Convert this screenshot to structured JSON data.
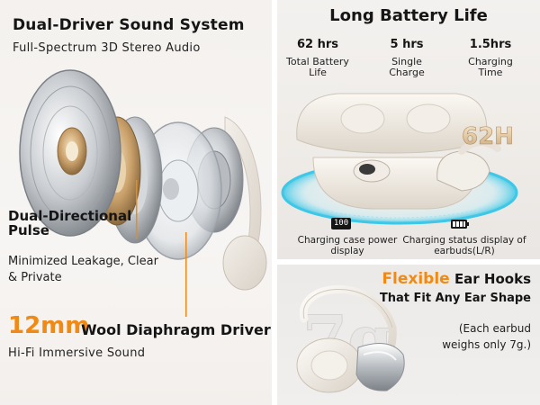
{
  "left_panel": {
    "title": "Dual-Driver Sound System",
    "subtitle": "Full-Spectrum 3D Stereo Audio",
    "feature1_title": "Dual-Directional Pulse",
    "feature1_desc": "Minimized Leakage, Clear & Private",
    "feature2_size": "12mm",
    "feature2_title": "Wool Diaphragm Driver",
    "feature2_desc": "Hi-Fi Immersive Sound"
  },
  "battery_panel": {
    "title": "Long Battery Life",
    "stats": [
      {
        "value": "62 hrs",
        "label": "Total Battery Life"
      },
      {
        "value": "5 hrs",
        "label": "Single Charge"
      },
      {
        "value": "1.5hrs",
        "label": "Charging Time"
      }
    ],
    "badge": "62H",
    "case_display_reading": "100",
    "caption_case": "Charging case power display",
    "caption_status": "Charging status display of earbuds(L/R)"
  },
  "hooks_panel": {
    "headline_accent": "Flexible",
    "headline_rest": "Ear Hooks",
    "headline_line2": "That Fit Any Ear Shape",
    "weight_note": "(Each earbud weighs only 7g.)",
    "weight_mark": "7g"
  },
  "colors": {
    "accent": "#f08a14",
    "text": "#151515",
    "glow": "#3ec7e6"
  }
}
